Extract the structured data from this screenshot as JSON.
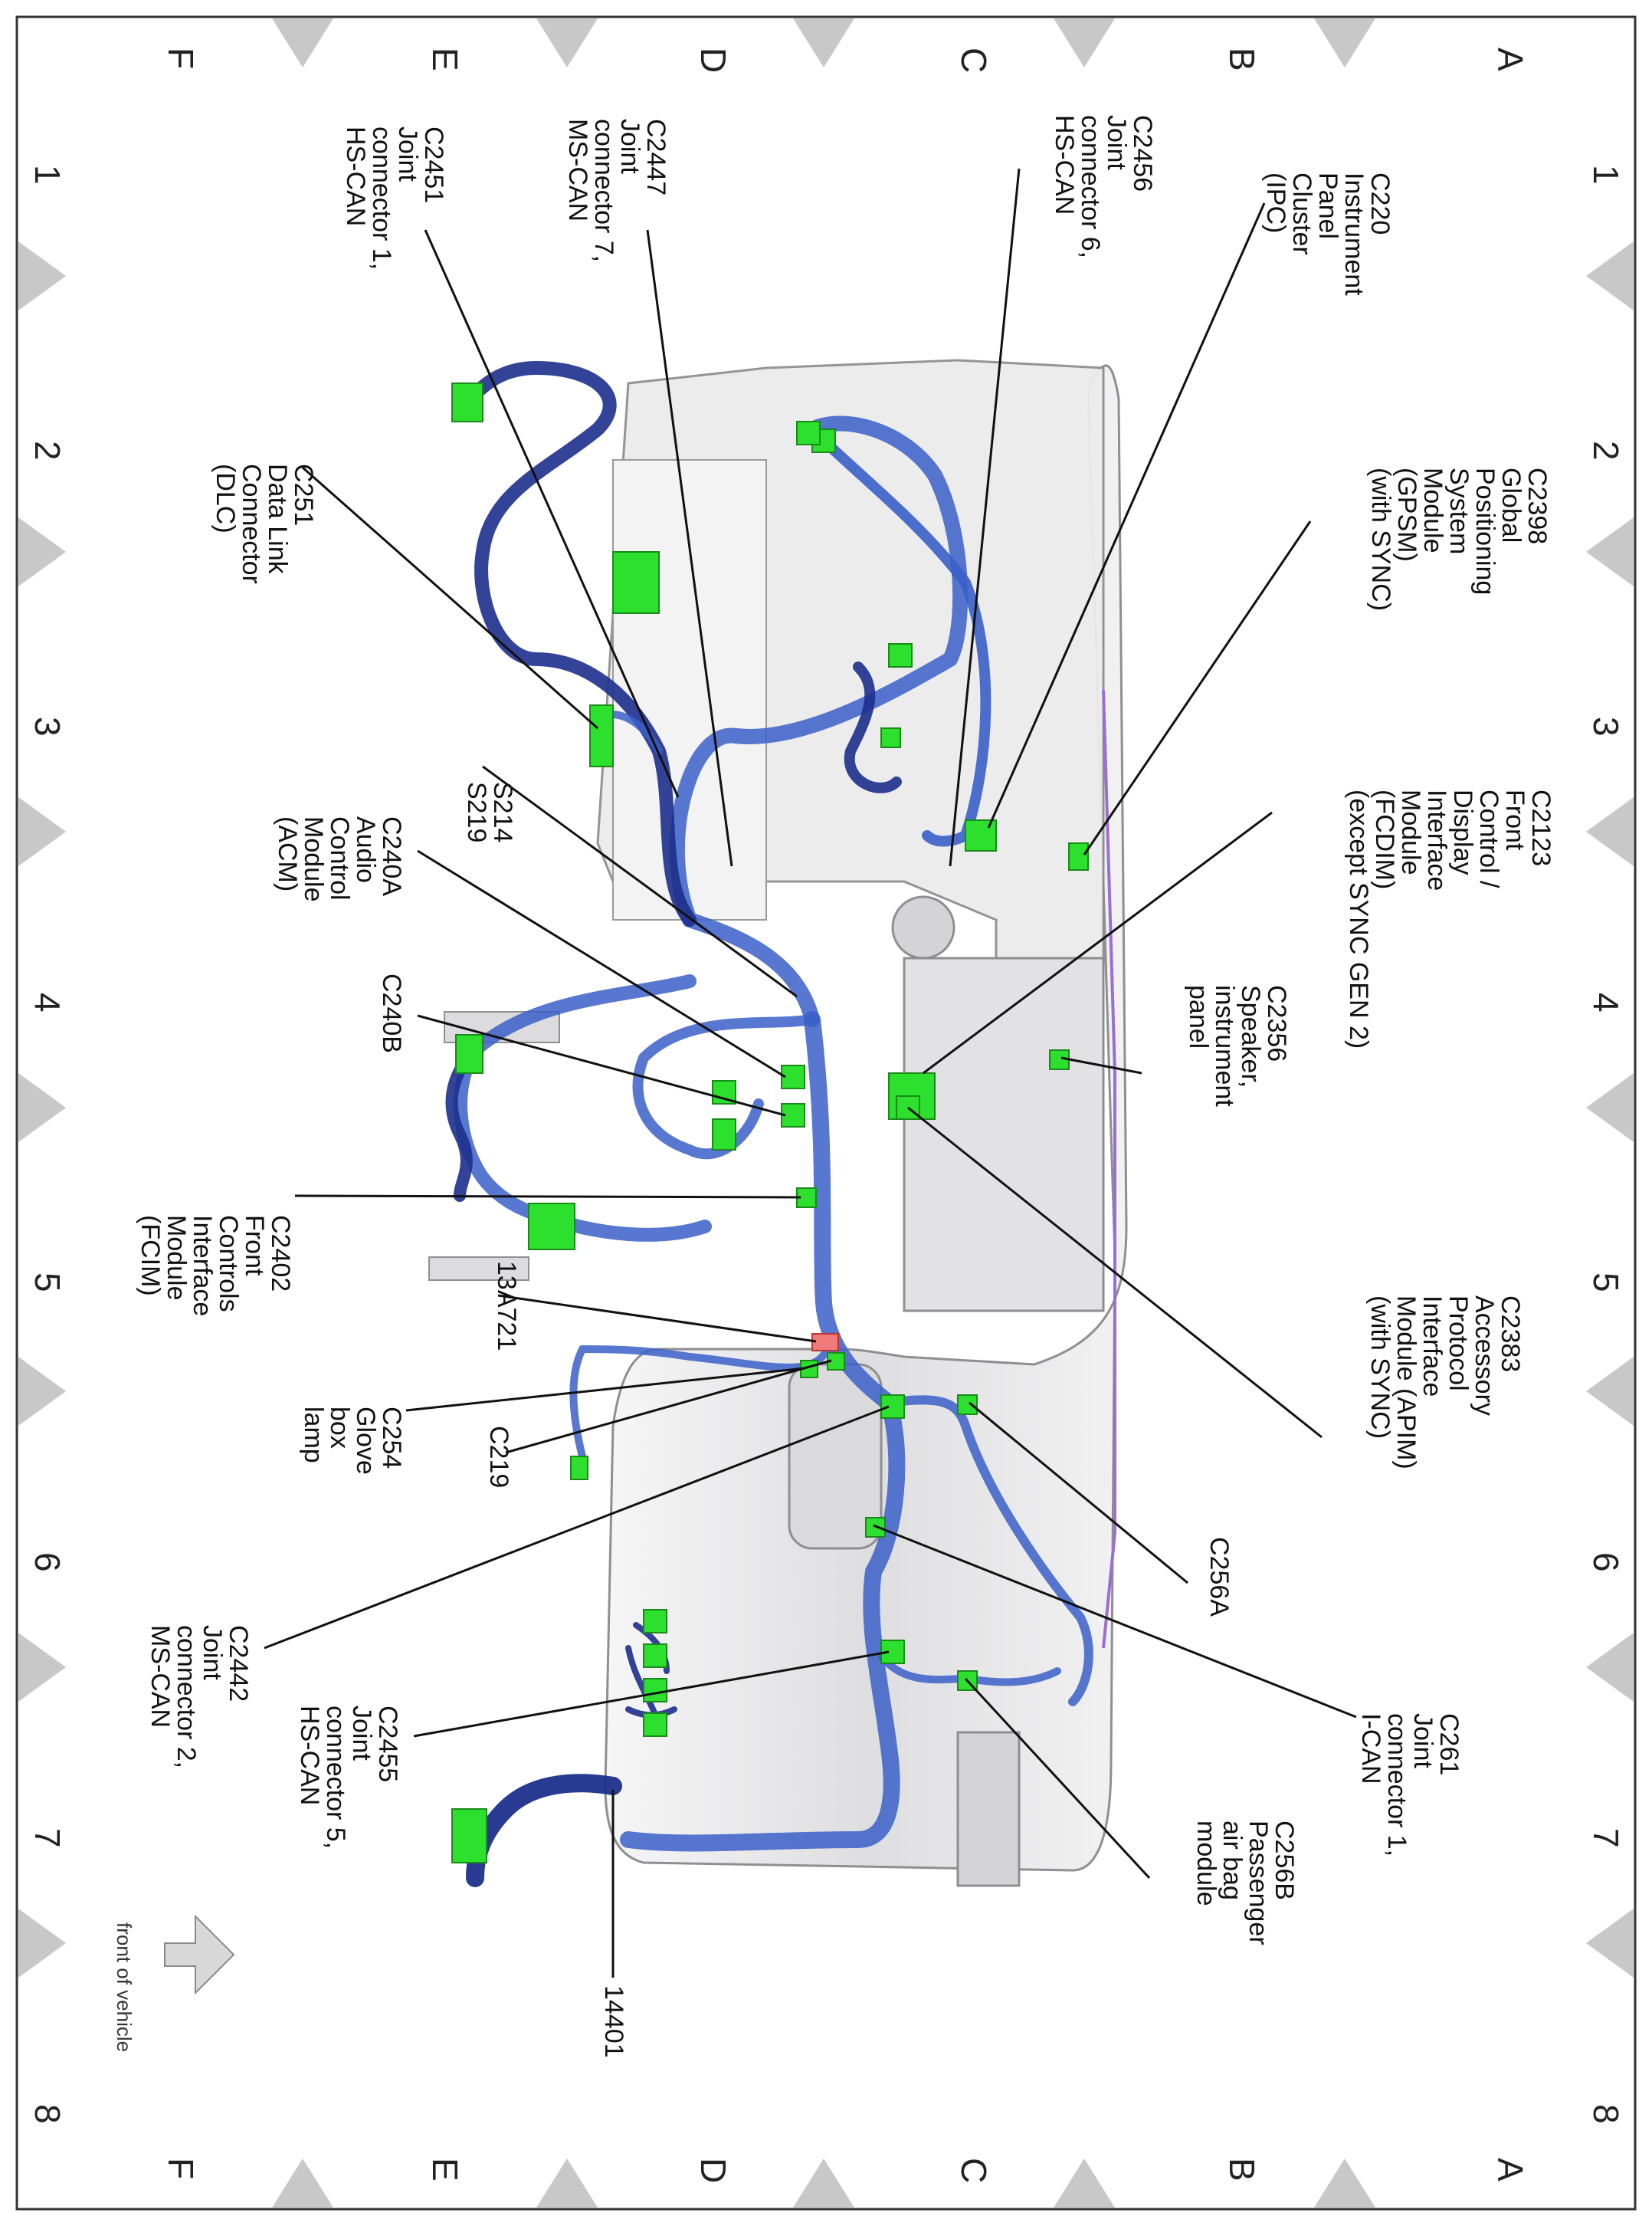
{
  "grid": {
    "rows": [
      "A",
      "B",
      "C",
      "D",
      "E",
      "F"
    ],
    "columns": [
      "1",
      "2",
      "3",
      "4",
      "5",
      "6",
      "7",
      "8"
    ]
  },
  "callouts": [
    {
      "id": "c220",
      "lines": [
        "C220",
        "Instrument",
        "Panel",
        "Cluster",
        "(IPC)"
      ]
    },
    {
      "id": "c2456",
      "lines": [
        "C2456",
        "Joint",
        "connector 6,",
        "HS-CAN"
      ]
    },
    {
      "id": "c2447",
      "lines": [
        "C2447",
        "Joint",
        "connector 7,",
        "MS-CAN"
      ]
    },
    {
      "id": "c2451",
      "lines": [
        "C2451",
        "Joint",
        "connector 1,",
        "HS-CAN"
      ]
    },
    {
      "id": "c2398",
      "lines": [
        "C2398",
        "Global",
        "Positioning",
        "System",
        "Module",
        "(GPSM)",
        "(with SYNC)"
      ]
    },
    {
      "id": "c251",
      "lines": [
        "C251",
        "Data Link",
        "Connector",
        "(DLC)"
      ]
    },
    {
      "id": "c2123",
      "lines": [
        "C2123",
        "Front",
        "Control /",
        "Display",
        "Interface",
        "Module",
        "(FCDIM)",
        "(except SYNC GEN 2)"
      ]
    },
    {
      "id": "s214",
      "lines": [
        "S214",
        "S219"
      ]
    },
    {
      "id": "c240a",
      "lines": [
        "C240A",
        "Audio",
        "Control",
        "Module",
        "(ACM)"
      ]
    },
    {
      "id": "c2356",
      "lines": [
        "C2356",
        "Speaker,",
        "instrument",
        "panel"
      ]
    },
    {
      "id": "c240b",
      "lines": [
        "C240B"
      ]
    },
    {
      "id": "c2402",
      "lines": [
        "C2402",
        "Front",
        "Controls",
        "Interface",
        "Module",
        "(FCIM)"
      ]
    },
    {
      "id": "c2383",
      "lines": [
        "C2383",
        "Accessory",
        "Protocol",
        "Interface",
        "Module (APIM)",
        "(with SYNC)"
      ]
    },
    {
      "id": "p13a721",
      "lines": [
        "13A721"
      ]
    },
    {
      "id": "c254",
      "lines": [
        "C254",
        "Glove",
        "box",
        "lamp"
      ]
    },
    {
      "id": "c219",
      "lines": [
        "C219"
      ]
    },
    {
      "id": "c256a",
      "lines": [
        "C256A"
      ]
    },
    {
      "id": "c2442",
      "lines": [
        "C2442",
        "Joint",
        "connector 2,",
        "MS-CAN"
      ]
    },
    {
      "id": "c261",
      "lines": [
        "C261",
        "Joint",
        "connector 1,",
        "I-CAN"
      ]
    },
    {
      "id": "c2455",
      "lines": [
        "C2455",
        "Joint",
        "connector 5,",
        "HS-CAN"
      ]
    },
    {
      "id": "c256b",
      "lines": [
        "C256B",
        "Passenger",
        "air bag",
        "module"
      ]
    },
    {
      "id": "p14401",
      "lines": [
        "14401"
      ]
    }
  ],
  "orientation": {
    "label": "front of vehicle"
  },
  "colors": {
    "harness": "#3a5fc8",
    "harness_dark": "#1d2f8c",
    "connector": "#2de02d",
    "panel_fill": "#e9e9ea",
    "panel_stroke": "#8f8f92",
    "grid_marker": "#c8c8c8",
    "leader": "#111111",
    "vent_violet": "#9b6fd0"
  }
}
